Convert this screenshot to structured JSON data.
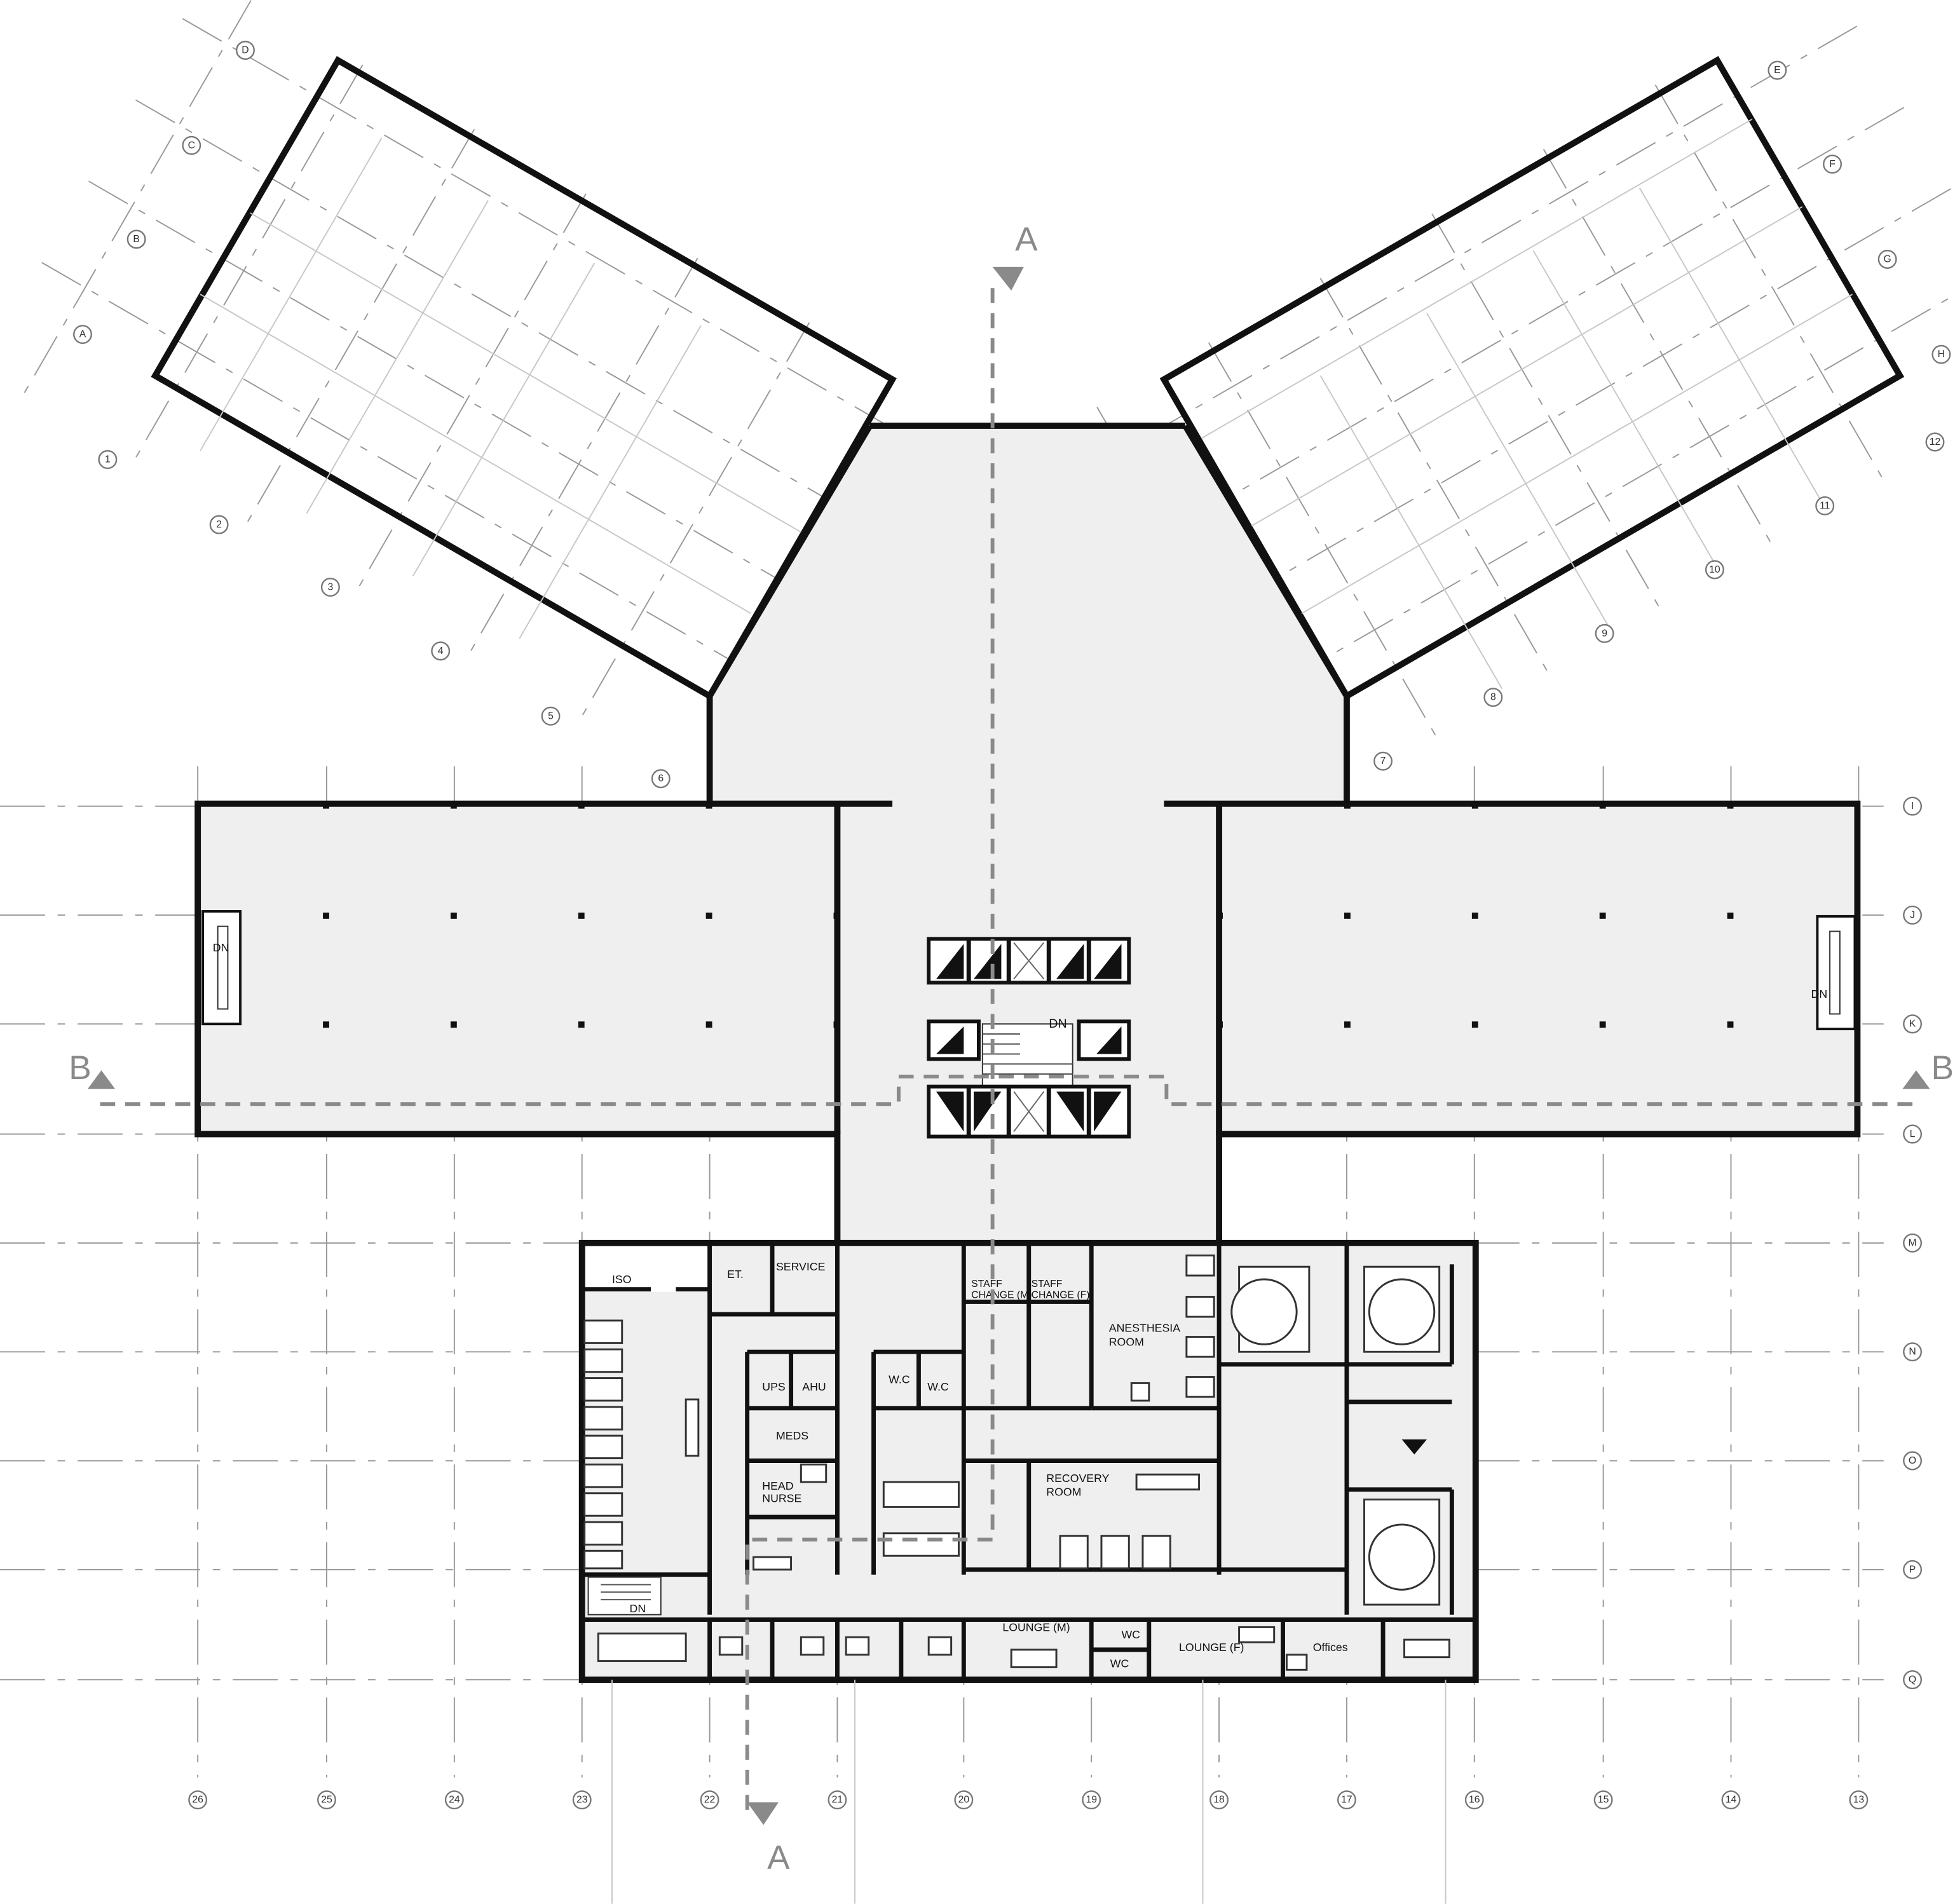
{
  "grid": {
    "wing_left_letters": [
      "D",
      "C",
      "B",
      "A"
    ],
    "wing_left_numbers": [
      "1",
      "2",
      "3",
      "4",
      "5",
      "6"
    ],
    "wing_right_letters": [
      "E",
      "F",
      "G",
      "H"
    ],
    "wing_right_numbers": [
      "12",
      "11",
      "10",
      "9",
      "8",
      "7"
    ],
    "row_letters": [
      "I",
      "J",
      "K",
      "L",
      "M",
      "N",
      "O",
      "P",
      "Q"
    ],
    "bottom_numbers": [
      "26",
      "25",
      "24",
      "23",
      "22",
      "21",
      "20",
      "19",
      "18",
      "17",
      "16",
      "15",
      "14",
      "13"
    ]
  },
  "sections": {
    "a_top": "A",
    "a_bottom": "A",
    "b_left": "B",
    "b_right": "B"
  },
  "stairs": {
    "left": "DN",
    "right": "DN",
    "core": "DN",
    "lower": "DN"
  },
  "rooms": {
    "iso": "ISO",
    "et": "ET.",
    "service": "SERVICE",
    "staff_change_m_1": "STAFF",
    "staff_change_m_2": "CHANGE (M)",
    "staff_change_f_1": "STAFF",
    "staff_change_f_2": "CHANGE (F)",
    "anesthesia_1": "ANESTHESIA",
    "anesthesia_2": "ROOM",
    "ups": "UPS",
    "ahu": "AHU",
    "wc_1": "W.C",
    "wc_2": "W.C",
    "meds": "MEDS",
    "head_nurse_1": "HEAD",
    "head_nurse_2": "NURSE",
    "recovery_1": "RECOVERY",
    "recovery_2": "ROOM",
    "lounge_m": "LOUNGE (M)",
    "wc_3": "WC",
    "wc_4": "WC",
    "lounge_f": "LOUNGE (F)",
    "offices": "Offices"
  }
}
